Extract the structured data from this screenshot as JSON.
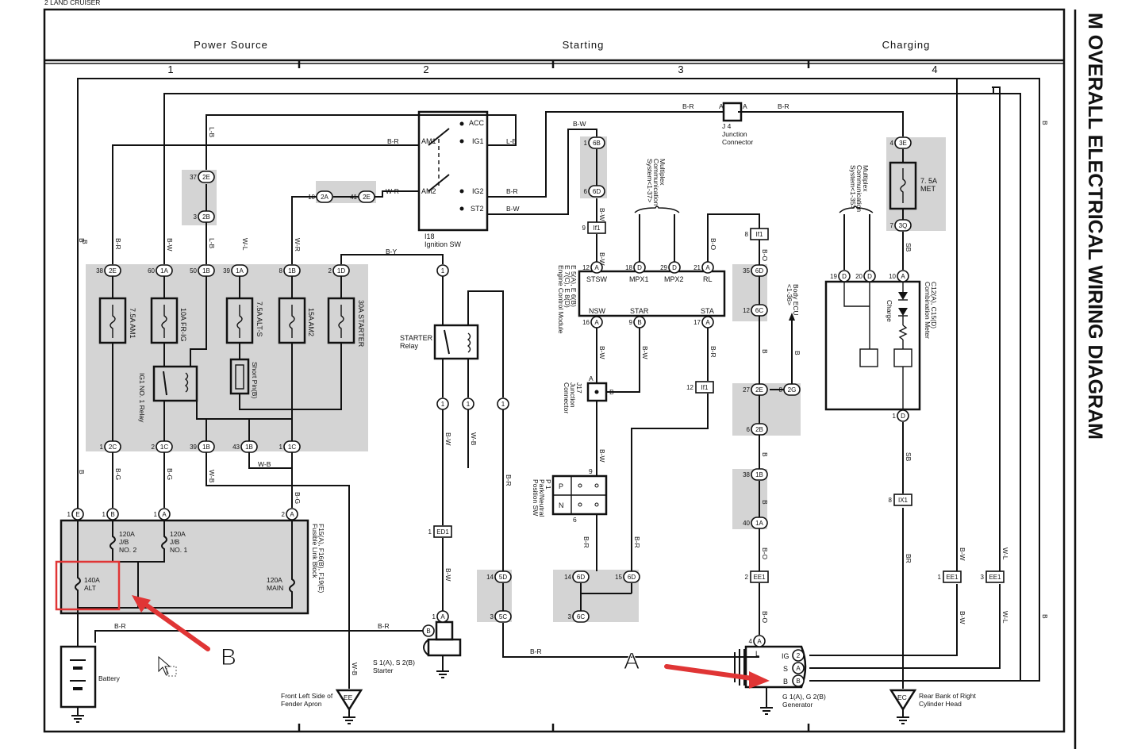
{
  "header": {
    "page_label": "2  LAND CRUISER",
    "sections": [
      "Power Source",
      "Starting",
      "Charging"
    ],
    "columns": [
      "1",
      "2",
      "3",
      "4"
    ]
  },
  "side_title": "M  OVERALL ELECTRICAL WIRING DIAGRAM",
  "components": {
    "ignition_sw": {
      "name": "I18",
      "desc": "Ignition SW",
      "pins": [
        "ACC",
        "AM1",
        "IG1",
        "AM2",
        "IG2",
        "ST2"
      ]
    },
    "starter_relay": {
      "name": "STARTER",
      "desc": "Relay"
    },
    "junction_connector_j4": {
      "name": "J 4",
      "desc1": "Junction",
      "desc2": "Connector"
    },
    "junction_connector_j17": {
      "name": "J17",
      "desc1": "Junction",
      "desc2": "Connector"
    },
    "ecm": {
      "name": "E 5(A), E 6(B)",
      "name2": "E 7(C), E 8(D)",
      "desc": "Engine Control Module",
      "pins": [
        "STSW",
        "MPX1",
        "MPX2",
        "RL",
        "NSW",
        "STAR",
        "STA"
      ]
    },
    "multiplex_1": {
      "line1": "Multiplex",
      "line2": "Communication",
      "line3": "System<1-37>"
    },
    "multiplex_2": {
      "line1": "Multiplex",
      "line2": "Communication",
      "line3": "System<1-35>"
    },
    "body_ecu": {
      "line1": "Body ECU",
      "line2": "<1-36>"
    },
    "meter": {
      "name": "C12(A), C15(D)",
      "desc": "Combination Meter",
      "charge": "Charge"
    },
    "met_fuse": {
      "value": "7. 5A",
      "name": "MET"
    },
    "park_neutral": {
      "name": "P 1",
      "desc1": "Park/Neutral",
      "desc2": "Position SW",
      "p": "P",
      "n": "N"
    },
    "fusible_link": {
      "name": "F15(A), F16(B), F19(E)",
      "desc": "Fusible Link Block",
      "fuses": [
        "120A\nJ/B\nNO. 2",
        "120A\nJ/B\nNO. 1",
        "140A\nALT",
        "120A\nMAIN"
      ]
    },
    "battery": {
      "desc": "Battery"
    },
    "starter": {
      "name": "S 1(A), S 2(B)",
      "desc": "Starter"
    },
    "generator": {
      "name": "G 1(A), G 2(B)",
      "desc": "Generator",
      "pins": [
        "L",
        "IG",
        "S",
        "B"
      ]
    },
    "ground_ee": {
      "code": "EE",
      "line1": "Front Left Side of",
      "line2": "Fender Apron"
    },
    "ground_ec": {
      "code": "EC",
      "line1": "Rear Bank of Right",
      "line2": "Cylinder Head"
    },
    "relay_block_fuses": [
      "7.5A AM1",
      "10A FR-IG",
      "7.5A ALT-S",
      "15A AM2",
      "30A STARTER"
    ],
    "ig1_relay": "IG1 NO. 1\nRelay",
    "short_pin": "Short Pin(B)"
  },
  "annotations": {
    "label_a": "A",
    "label_b": "B",
    "color": "#e03535"
  }
}
